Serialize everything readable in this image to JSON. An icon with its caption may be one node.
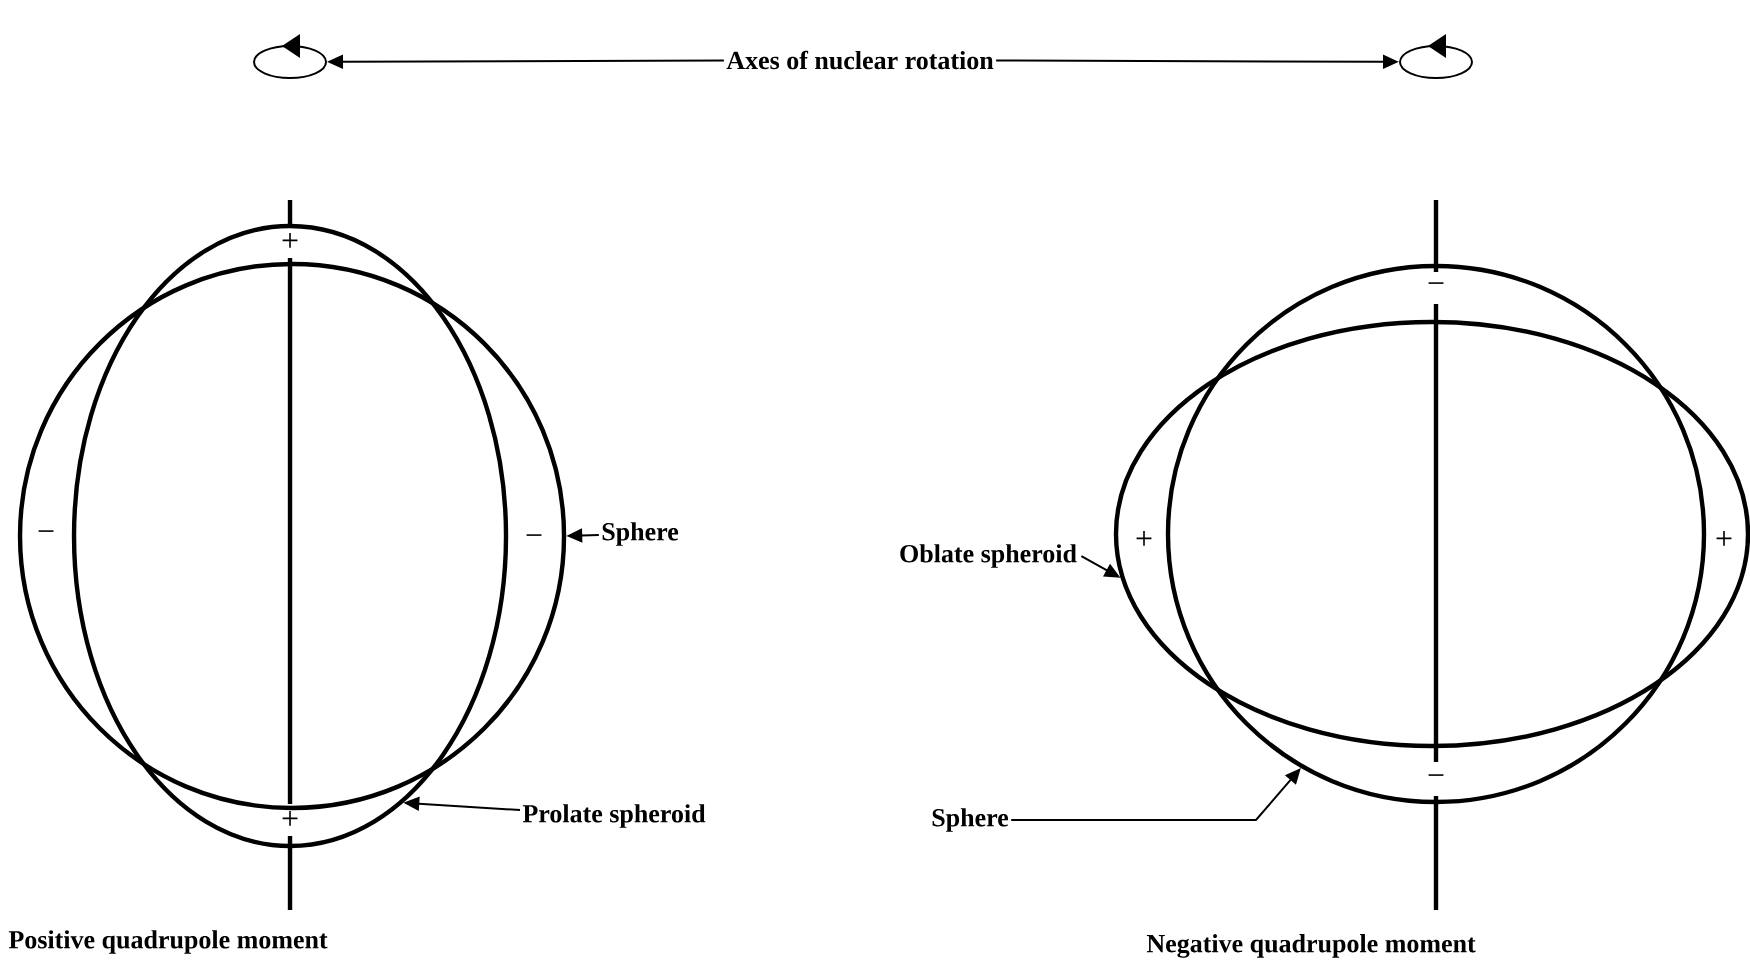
{
  "diagram": {
    "nodes": [
      {
        "text": [
          "Axes of nuclear rotation"
        ]
      },
      {
        "text": [],
        "shape": "circle"
      },
      {
        "text": [],
        "shape": "circle"
      },
      {
        "text": [],
        "shape": "circle"
      },
      {
        "text": [],
        "shape": "ellipse"
      },
      {
        "text": [
          "Sphere"
        ]
      },
      {
        "text": [
          "Prolate spheroid"
        ]
      },
      {
        "text": [],
        "shape": "circle"
      },
      {
        "text": [],
        "shape": "ellipse"
      },
      {
        "text": [
          "Oblate spheroid"
        ]
      },
      {
        "text": [
          "Sphere"
        ]
      }
    ],
    "edges": [
      {
        "from": 0,
        "to": 1,
        "arrow": "to"
      },
      {
        "from": 0,
        "to": 2,
        "arrow": "to"
      },
      {
        "from": 5,
        "to": 3,
        "arrow": "to"
      },
      {
        "from": 6,
        "to": 4,
        "arrow": "to"
      },
      {
        "from": 9,
        "to": 8,
        "arrow": "to"
      },
      {
        "from": 10,
        "to": 7,
        "arrow": "to"
      }
    ],
    "labels": [
      "+",
      "−",
      "−",
      "−",
      "+",
      "+",
      "−",
      "+",
      "Positive quadrupole moment",
      "Negative quadrupole moment"
    ]
  }
}
